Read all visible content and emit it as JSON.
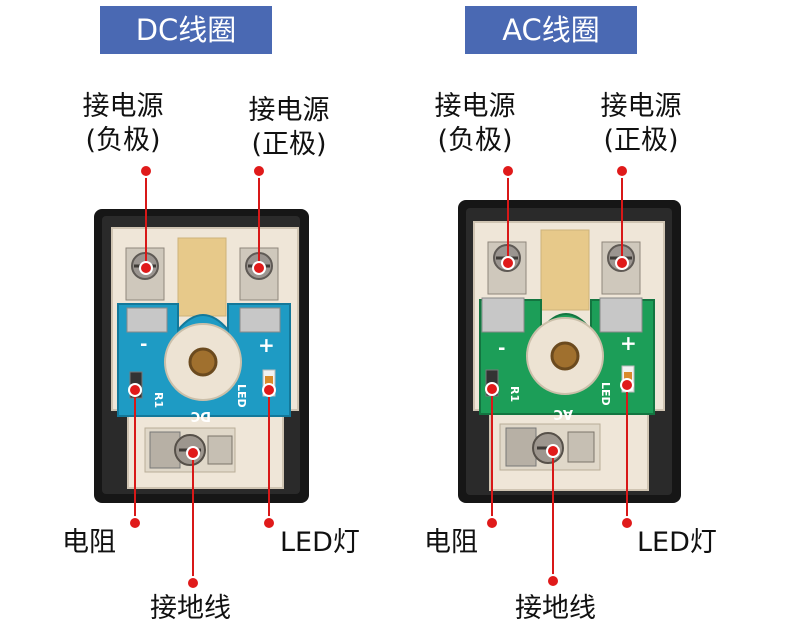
{
  "panels": [
    {
      "title": "DC线圈",
      "neg_label_1": "接电源",
      "neg_label_2": "(负极)",
      "pos_label_1": "接电源",
      "pos_label_2": "(正极)",
      "resistor_label": "电阻",
      "led_label": "LED灯",
      "ground_label": "接地线",
      "pcb_color": "#1e9bc4",
      "pcb_marks": {
        "minus": "-",
        "plus": "+",
        "r1": "R1",
        "type": "DC",
        "led": "LED"
      }
    },
    {
      "title": "AC线圈",
      "neg_label_1": "接电源",
      "neg_label_2": "(负极)",
      "pos_label_1": "接电源",
      "pos_label_2": "(正极)",
      "resistor_label": "电阻",
      "led_label": "LED灯",
      "ground_label": "接地线",
      "pcb_color": "#1c9e58",
      "pcb_marks": {
        "minus": "-",
        "plus": "+",
        "r1": "R1",
        "type": "AC",
        "led": "LED"
      }
    }
  ],
  "colors": {
    "title_bg": "#4a69b3",
    "pointer": "#e01a1a",
    "housing": "#1a1a1a",
    "plastic": "#efe6d8"
  }
}
